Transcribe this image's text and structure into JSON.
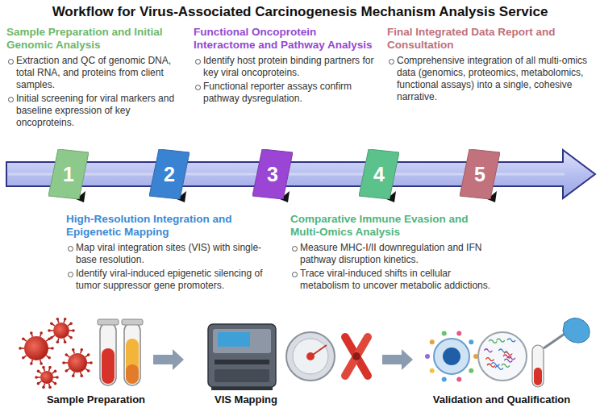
{
  "diagram": {
    "title": "Workflow for Virus-Associated Carcinogenesis Mechanism Analysis Service",
    "nodes": [
      {
        "text": [
          "1"
        ]
      },
      {
        "text": [
          "2"
        ]
      },
      {
        "text": [
          "3"
        ]
      },
      {
        "text": [
          "4"
        ]
      },
      {
        "text": [
          "5"
        ]
      }
    ],
    "labels": [
      "Sample Preparation and Initial Genomic Analysis",
      "Extraction and QC of genomic DNA, total RNA, and proteins from client samples.",
      "Initial screening for viral markers and baseline expression of key oncoproteins.",
      "Functional Oncoprotein Interactome and Pathway Analysis",
      "Identify host protein binding partners for key viral oncoproteins.",
      "Functional reporter assays confirm pathway dysregulation.",
      "Final Integrated Data Report and Consultation",
      "Comprehensive integration of all multi-omics data (genomics, proteomics, metabolomics, functional assays) into a single, cohesive narrative.",
      "High-Resolution Integration and Epigenetic Mapping",
      "Map viral integration sites (VIS) with single-base resolution.",
      "Identify viral-induced epigenetic silencing of tumor suppressor gene promoters.",
      "Comparative Immune Evasion and Multi-Omics Analysis",
      "Measure MHC-I/II downregulation and IFN pathway disruption kinetics.",
      "Trace viral-induced shifts in cellular metabolism to uncover metabolic addictions.",
      "Sample Preparation",
      "VIS Mapping",
      "Validation and Qualification"
    ]
  }
}
